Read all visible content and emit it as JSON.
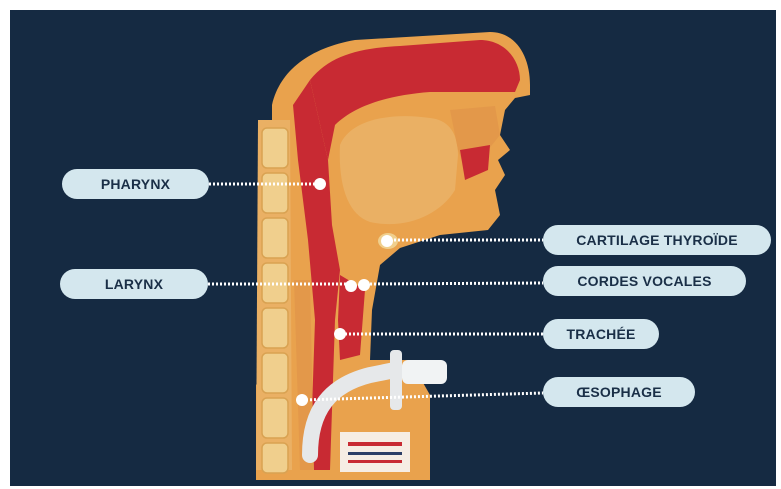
{
  "labels": {
    "pharynx": "PHARYNX",
    "larynx": "LARYNX",
    "cartilage_thyroide": "CARTILAGE THYROÏDE",
    "cordes_vocales": "CORDES VOCALES",
    "trachee": "TRACHÉE",
    "oesophage": "ŒSOPHAGE"
  },
  "colors": {
    "background": "#152a42",
    "label_fill": "#d4e7ee",
    "label_text": "#1a2f47",
    "leader_dots": "#ffffff",
    "model_orange": "#e9a24d",
    "model_red": "#c82a33",
    "vertebra": "#f0cf8d"
  }
}
